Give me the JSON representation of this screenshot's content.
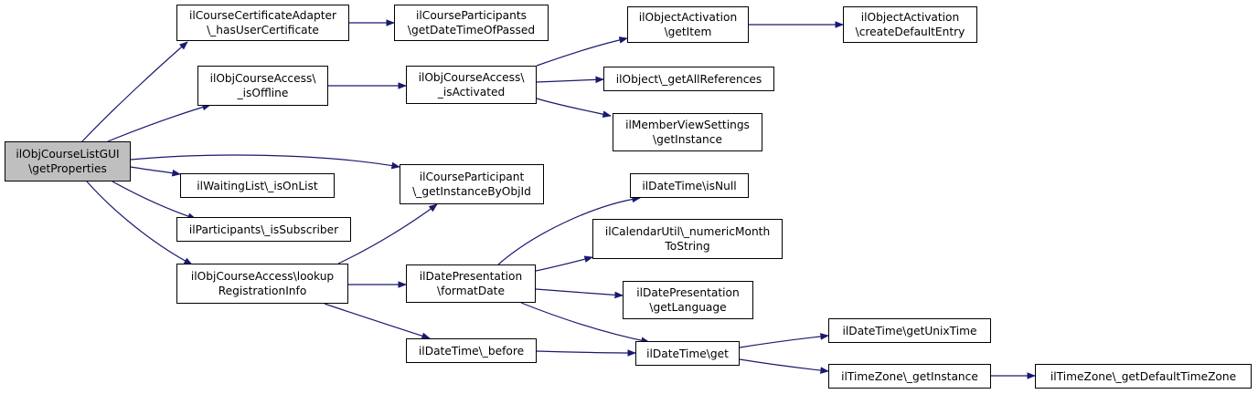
{
  "colors": {
    "edge": "#191970",
    "root_fill": "#bfbfbf",
    "node_fill": "#ffffff",
    "border": "#000000"
  },
  "nodes": {
    "root": {
      "lines": [
        "ilObjCourseListGUI",
        "\\getProperties"
      ]
    },
    "certAdapt": {
      "lines": [
        "ilCourseCertificateAdapter",
        "\\_hasUserCertificate"
      ]
    },
    "partsDate": {
      "lines": [
        "ilCourseParticipants",
        "\\getDateTimeOfPassed"
      ]
    },
    "objAct": {
      "lines": [
        "ilObjectActivation",
        "\\getItem"
      ]
    },
    "objActCrt": {
      "lines": [
        "ilObjectActivation",
        "\\createDefaultEntry"
      ]
    },
    "offline": {
      "lines": [
        "ilObjCourseAccess\\",
        "_isOffline"
      ]
    },
    "activated": {
      "lines": [
        "ilObjCourseAccess\\",
        "_isActivated"
      ]
    },
    "allRefs": {
      "lines": [
        "ilObject\\_getAllReferences"
      ]
    },
    "mvs": {
      "lines": [
        "ilMemberViewSettings",
        "\\getInstance"
      ]
    },
    "waiting": {
      "lines": [
        "ilWaitingList\\_isOnList"
      ]
    },
    "partInst": {
      "lines": [
        "ilCourseParticipant",
        "\\_getInstanceByObjId"
      ]
    },
    "subscr": {
      "lines": [
        "ilParticipants\\_isSubscriber"
      ]
    },
    "isNull": {
      "lines": [
        "ilDateTime\\isNull"
      ]
    },
    "calUtil": {
      "lines": [
        "ilCalendarUtil\\_numericMonth",
        "ToString"
      ]
    },
    "lookup": {
      "lines": [
        "ilObjCourseAccess\\lookup",
        "RegistrationInfo"
      ]
    },
    "fmtDate": {
      "lines": [
        "ilDatePresentation",
        "\\formatDate"
      ]
    },
    "getLang": {
      "lines": [
        "ilDatePresentation",
        "\\getLanguage"
      ]
    },
    "unixTime": {
      "lines": [
        "ilDateTime\\getUnixTime"
      ]
    },
    "before": {
      "lines": [
        "ilDateTime\\_before"
      ]
    },
    "dtGet": {
      "lines": [
        "ilDateTime\\get"
      ]
    },
    "tzInst": {
      "lines": [
        "ilTimeZone\\_getInstance"
      ]
    },
    "tzDef": {
      "lines": [
        "ilTimeZone\\_getDefaultTimeZone"
      ]
    }
  }
}
